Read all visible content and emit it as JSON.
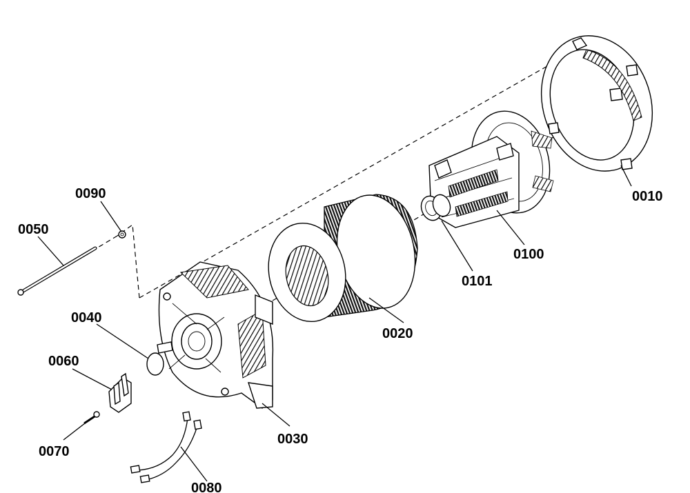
{
  "labels": {
    "p0010": "0010",
    "p0020": "0020",
    "p0030": "0030",
    "p0040": "0040",
    "p0050": "0050",
    "p0060": "0060",
    "p0070": "0070",
    "p0080": "0080",
    "p0090": "0090",
    "p0100": "0100",
    "p0101": "0101"
  }
}
